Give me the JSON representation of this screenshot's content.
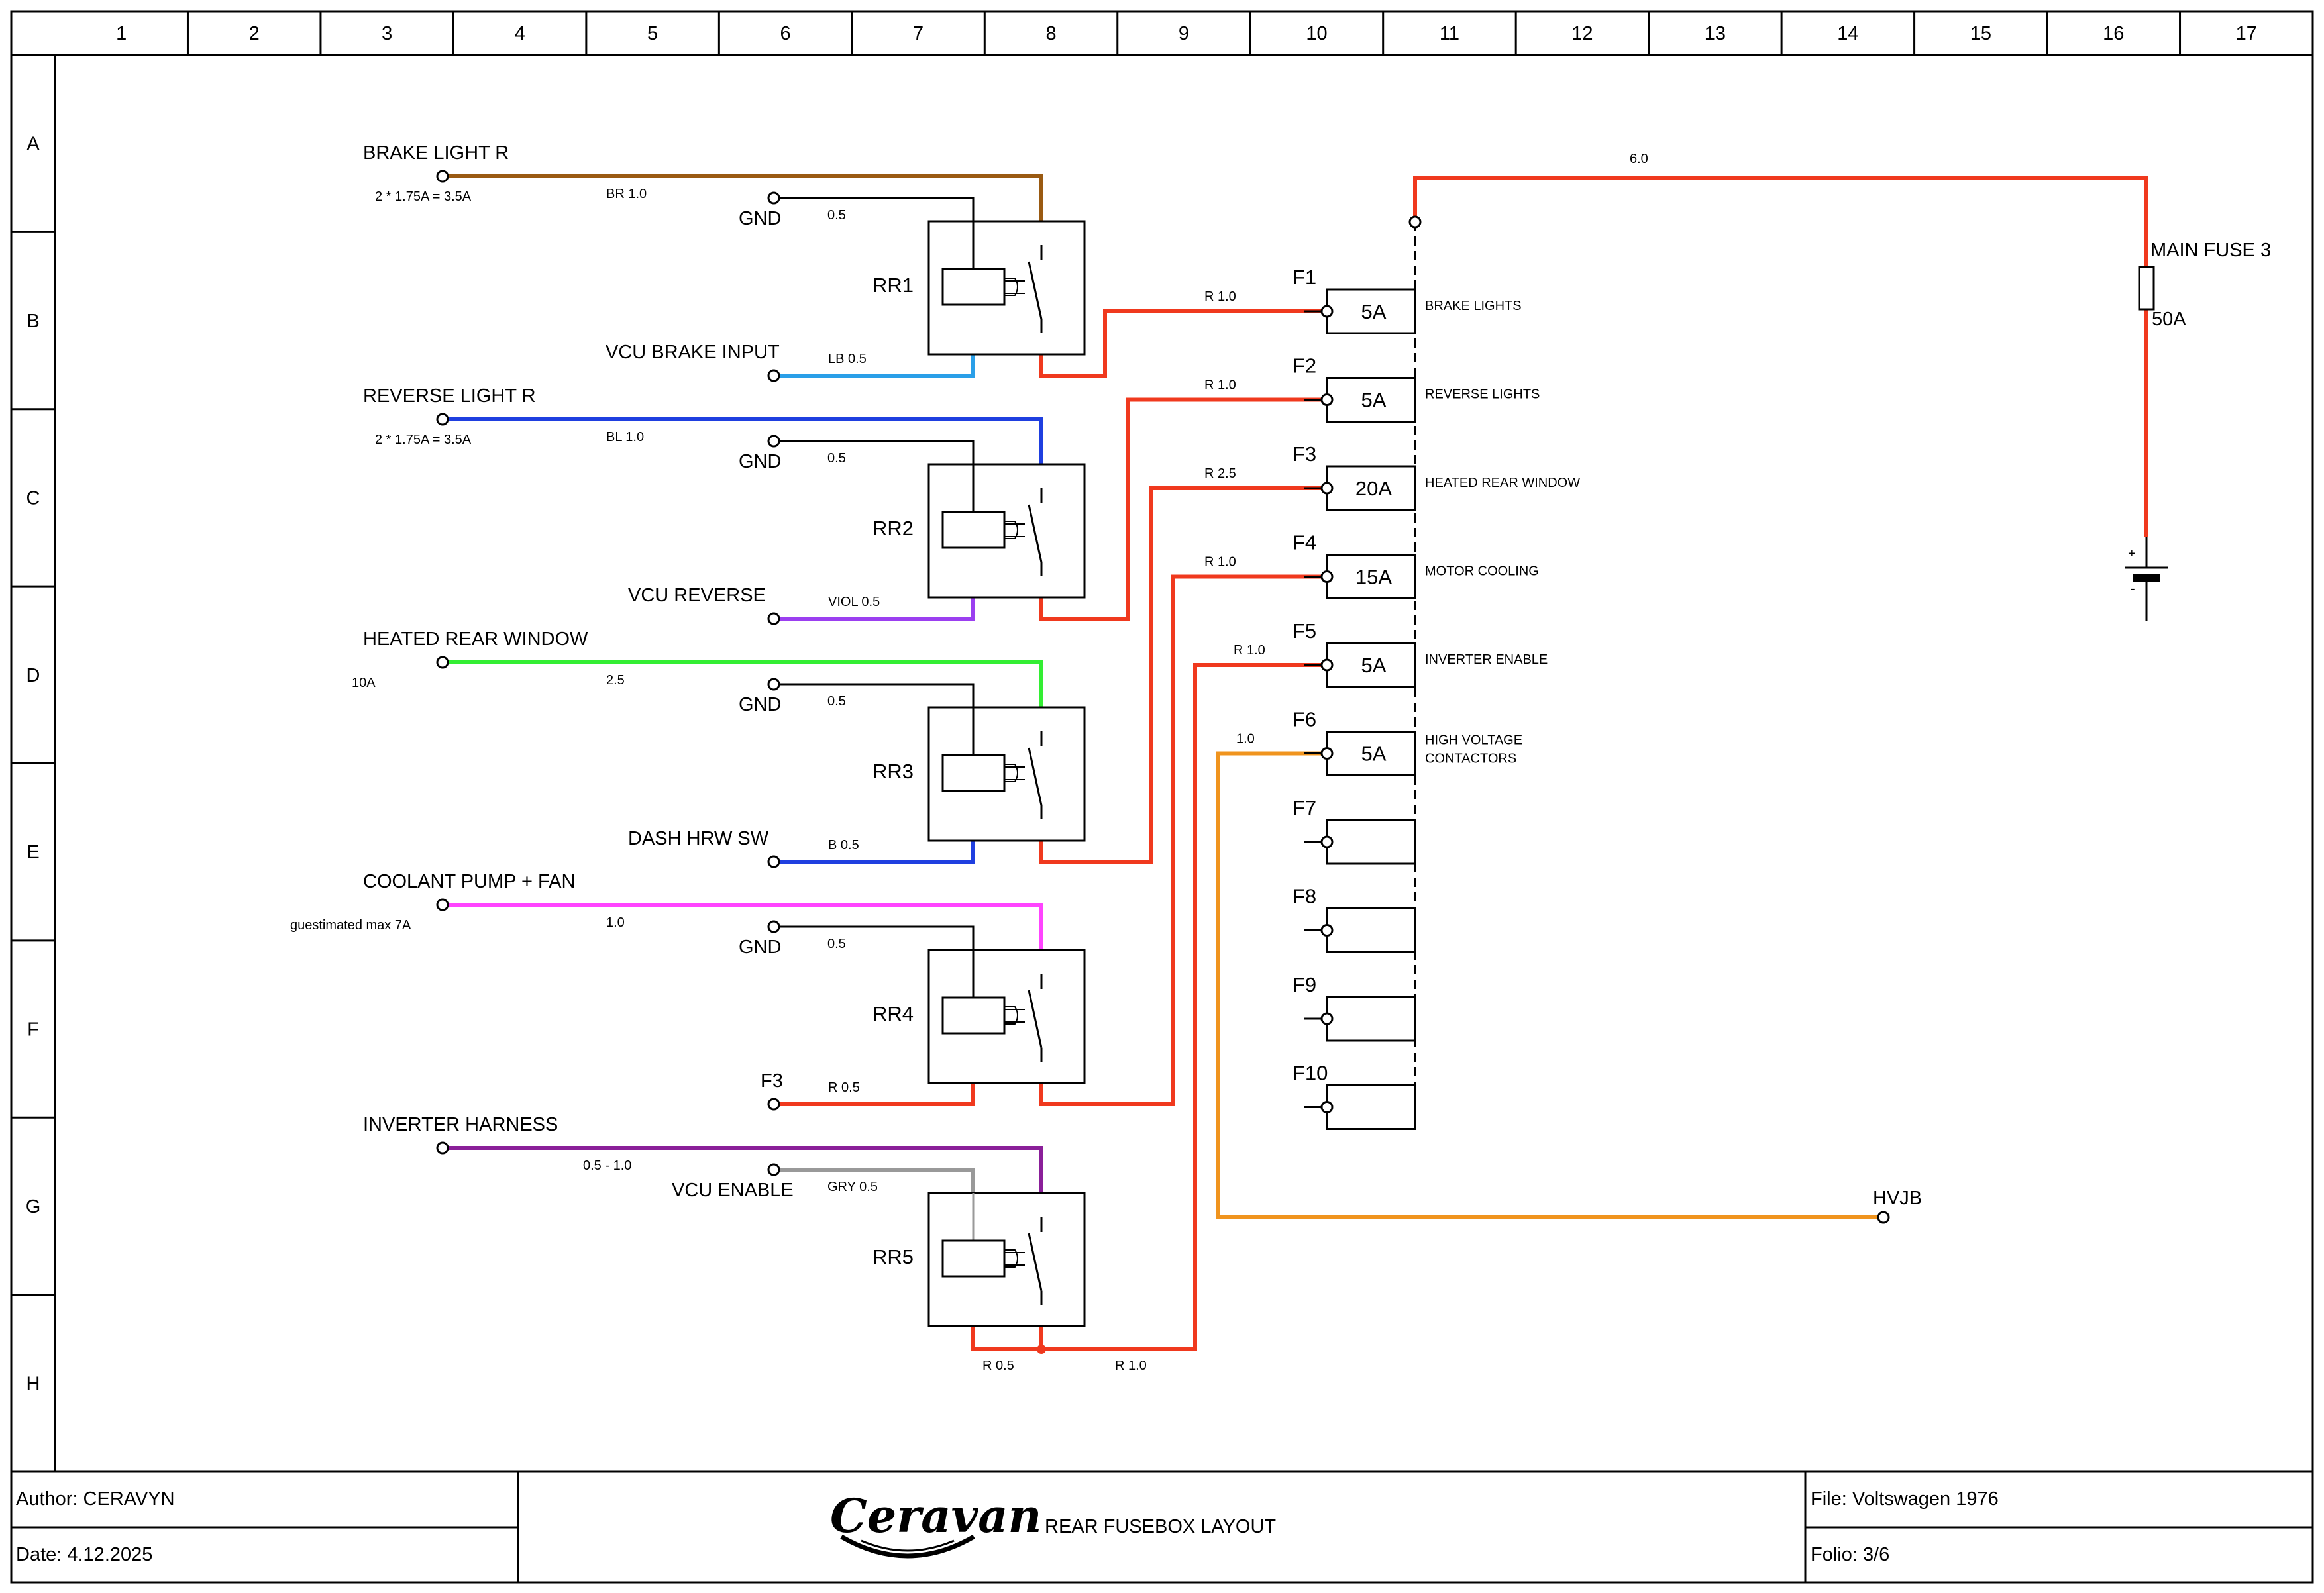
{
  "grid": {
    "columns": [
      "1",
      "2",
      "3",
      "4",
      "5",
      "6",
      "7",
      "8",
      "9",
      "10",
      "11",
      "12",
      "13",
      "14",
      "15",
      "16",
      "17"
    ],
    "rows": [
      "A",
      "B",
      "C",
      "D",
      "E",
      "F",
      "G",
      "H"
    ]
  },
  "inputs": [
    {
      "label": "BRAKE LIGHT R",
      "note": "2 * 1.75A = 3.5A",
      "wire": "BR 1.0",
      "color": "#9a5a12"
    },
    {
      "label": "REVERSE LIGHT R",
      "note": "2 * 1.75A = 3.5A",
      "wire": "BL 1.0",
      "color": "#1f3fe0"
    },
    {
      "label": "HEATED REAR WINDOW",
      "note": "10A",
      "wire": "2.5",
      "color": "#33ee33"
    },
    {
      "label": "COOLANT PUMP + FAN",
      "note": "guestimated max 7A",
      "wire": "1.0",
      "color": "#ff44ff"
    },
    {
      "label": "INVERTER HARNESS",
      "note": "",
      "wire": "0.5 - 1.0",
      "color": "#8a1f99"
    }
  ],
  "relays": [
    {
      "name": "RR1",
      "gnd_label": "GND",
      "gnd_wire": "0.5",
      "ctrl_label": "VCU BRAKE INPUT",
      "ctrl_wire": "LB 0.5",
      "ctrl_color": "#2a9fe8",
      "out_wire": "R 1.0"
    },
    {
      "name": "RR2",
      "gnd_label": "GND",
      "gnd_wire": "0.5",
      "ctrl_label": "VCU REVERSE",
      "ctrl_wire": "VIOL 0.5",
      "ctrl_color": "#9b3ff0",
      "out_wire": "R 1.0"
    },
    {
      "name": "RR3",
      "gnd_label": "GND",
      "gnd_wire": "0.5",
      "ctrl_label": "DASH HRW SW",
      "ctrl_wire": "B 0.5",
      "ctrl_color": "#1f3fe0",
      "out_wire": "R 2.5"
    },
    {
      "name": "RR4",
      "gnd_label": "GND",
      "gnd_wire": "0.5",
      "ctrl_label": "F3",
      "ctrl_wire": "R 0.5",
      "ctrl_color": "#f0391e",
      "out_wire": "R 1.0"
    },
    {
      "name": "RR5",
      "gnd_label": "VCU ENABLE",
      "gnd_wire": "GRY 0.5",
      "ctrl_label": "",
      "ctrl_wire": "",
      "ctrl_color": "#999999",
      "out_wire": "R 1.0"
    }
  ],
  "rr5_bottom_labels": {
    "left": "R 0.5",
    "right": "R 1.0"
  },
  "fuses": [
    {
      "id": "F1",
      "rating": "5A",
      "load": "BRAKE LIGHTS"
    },
    {
      "id": "F2",
      "rating": "5A",
      "load": "REVERSE LIGHTS"
    },
    {
      "id": "F3",
      "rating": "20A",
      "load": "HEATED REAR WINDOW"
    },
    {
      "id": "F4",
      "rating": "15A",
      "load": "MOTOR COOLING"
    },
    {
      "id": "F5",
      "rating": "5A",
      "load": "INVERTER ENABLE"
    },
    {
      "id": "F6",
      "rating": "5A",
      "load": "HIGH VOLTAGE",
      "load2": "CONTACTORS",
      "wire": "1.0"
    },
    {
      "id": "F7",
      "rating": "",
      "load": ""
    },
    {
      "id": "F8",
      "rating": "",
      "load": ""
    },
    {
      "id": "F9",
      "rating": "",
      "load": ""
    },
    {
      "id": "F10",
      "rating": "",
      "load": ""
    }
  ],
  "main_supply": {
    "wire": "6.0",
    "fuse_label": "MAIN FUSE 3",
    "fuse_rating": "50A",
    "plus": "+",
    "minus": "-"
  },
  "hvjb_label": "HVJB",
  "colors": {
    "red": "#f0391e",
    "orange": "#f0941e"
  },
  "title_block": {
    "author": "Author: CERAVYN",
    "date": "Date: 4.12.2025",
    "logo": "Ceravan",
    "title": "REAR FUSEBOX LAYOUT",
    "file": "File: Voltswagen 1976",
    "folio": "Folio: 3/6"
  }
}
